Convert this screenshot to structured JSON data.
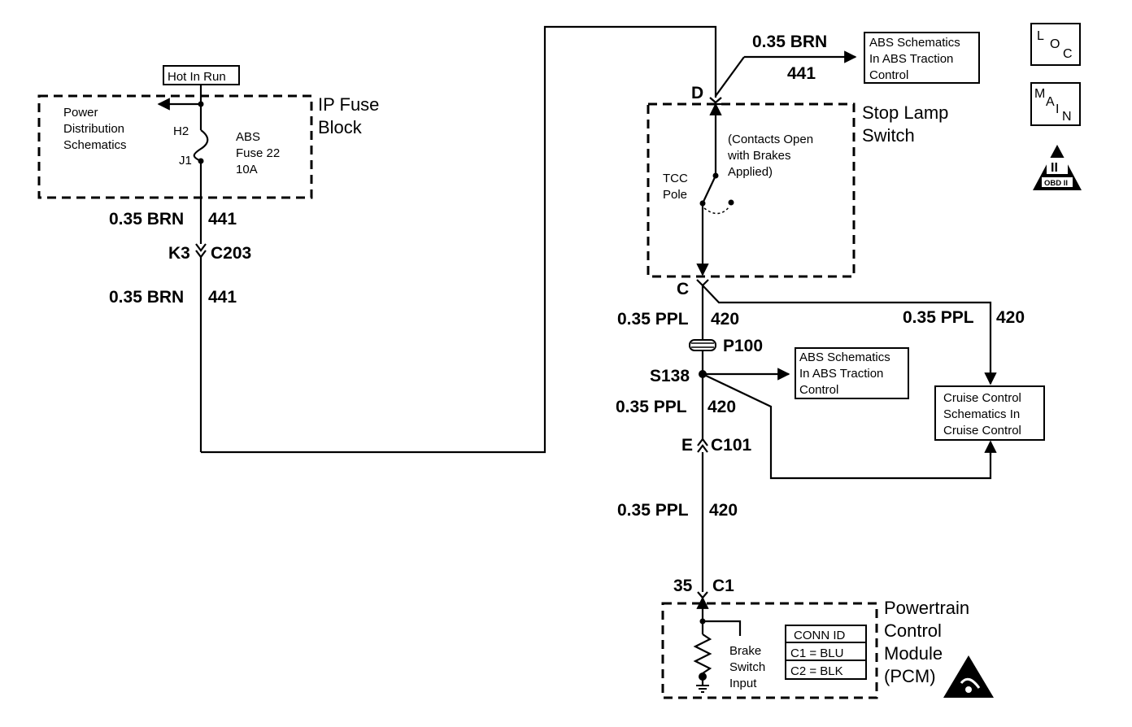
{
  "labels": {
    "hot_in_run": "Hot In Run",
    "ip_fuse_block_line1": "IP Fuse",
    "ip_fuse_block_line2": "Block",
    "power_dist_line1": "Power",
    "power_dist_line2": "Distribution",
    "power_dist_line3": "Schematics",
    "h2": "H2",
    "j1": "J1",
    "fuse_line1": "ABS",
    "fuse_line2": "Fuse 22",
    "fuse_line3": "10A",
    "wire_brn_1": "0.35 BRN",
    "circuit_441_1": "441",
    "conn_k3": "K3",
    "conn_c203": "C203",
    "wire_brn_2": "0.35 BRN",
    "circuit_441_2": "441",
    "wire_brn_top": "0.35 BRN",
    "circuit_441_top": "441",
    "abs_ref1_line1": "ABS Schematics",
    "abs_ref1_line2": "In ABS Traction",
    "abs_ref1_line3": "Control",
    "pin_d": "D",
    "stop_lamp_line1": "Stop Lamp",
    "stop_lamp_line2": "Switch",
    "contacts_line1": "(Contacts Open",
    "contacts_line2": "with Brakes",
    "contacts_line3": "Applied)",
    "tcc_line1": "TCC",
    "tcc_line2": "Pole",
    "pin_c": "C",
    "wire_ppl_1": "0.35 PPL",
    "circuit_420_1": "420",
    "wire_ppl_right": "0.35 PPL",
    "circuit_420_right": "420",
    "p100": "P100",
    "s138": "S138",
    "abs_ref2_line1": "ABS Schematics",
    "abs_ref2_line2": "In ABS Traction",
    "abs_ref2_line3": "Control",
    "cruise_line1": "Cruise Control",
    "cruise_line2": "Schematics In",
    "cruise_line3": "Cruise Control",
    "wire_ppl_2": "0.35 PPL",
    "circuit_420_2": "420",
    "conn_e": "E",
    "conn_c101": "C101",
    "wire_ppl_3": "0.35 PPL",
    "circuit_420_3": "420",
    "pin_35": "35",
    "conn_c1": "C1",
    "pcm_line1": "Powertrain",
    "pcm_line2": "Control",
    "pcm_line3": "Module",
    "pcm_line4": "(PCM)",
    "brake_line1": "Brake",
    "brake_line2": "Switch",
    "brake_line3": "Input",
    "conn_id_title": "CONN ID",
    "conn_id_c1": "C1 = BLU",
    "conn_id_c2": "C2 = BLK",
    "loc_l": "L",
    "loc_o": "O",
    "loc_c": "C",
    "main_m": "M",
    "main_a": "A",
    "main_i": "I",
    "main_n": "N",
    "obd_numeral": "II",
    "obd_label": "OBD II"
  },
  "icons": {
    "loc": "loc-icon",
    "main": "main-icon",
    "obd": "obd-ii-icon",
    "esd": "esd-warning-icon"
  }
}
